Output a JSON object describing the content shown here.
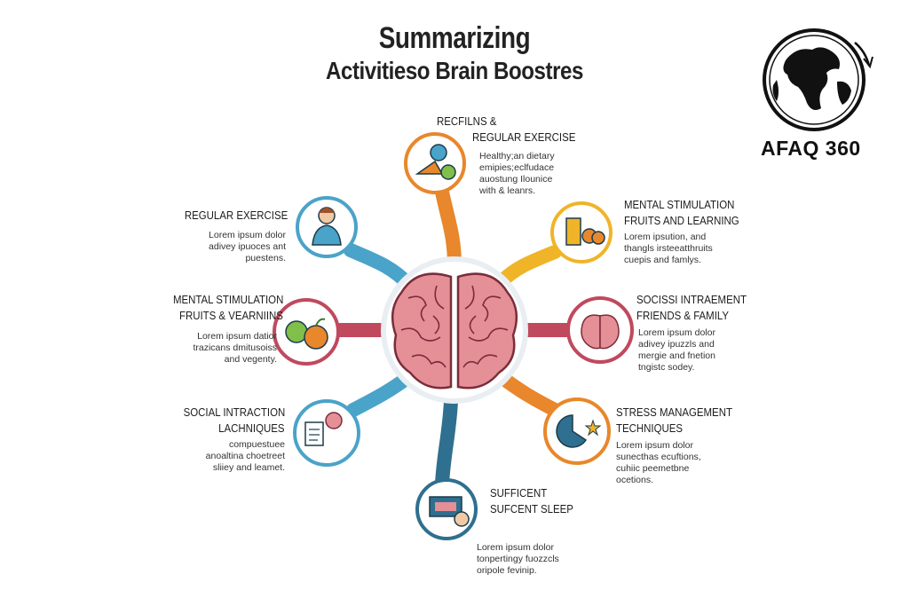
{
  "header": {
    "title": "Summarizing",
    "subtitle": "Activitieso Brain Boostres"
  },
  "logo": {
    "text": "AFAQ 360"
  },
  "nodes": [
    {
      "id": "top",
      "title": [
        "RECFILNS &",
        "REGULAR EXERCISE"
      ],
      "desc": [
        "Healthy;an dietary",
        "emipies;eclfudace",
        "auostung Ilounice",
        "with & leanrs."
      ],
      "color": "#e8872b",
      "icon": "plate-icon"
    },
    {
      "id": "upper-left",
      "title": [
        "REGULAR EXERCISE"
      ],
      "desc": [
        "Lorem ipsum dolor",
        "adivey ipuoces ant",
        "puestens."
      ],
      "color": "#4aa3c8",
      "icon": "person-icon"
    },
    {
      "id": "upper-right",
      "title": [
        "MENTAL STIMULATION",
        "FRUITS AND LEARNING"
      ],
      "desc": [
        "Lorem ipsution, and",
        "thangls irsteeatthruits",
        "cuepis and famlys."
      ],
      "color": "#f0b429",
      "icon": "fruit-jar-icon"
    },
    {
      "id": "mid-left",
      "title": [
        "MENTAL STIMULATION",
        "FRUITS & VEARNIINS"
      ],
      "desc": [
        "Lorem ipsum datior",
        "trazicans dmitusoiss",
        "and vegenty."
      ],
      "color": "#c0495e",
      "icon": "apple-icon"
    },
    {
      "id": "mid-right",
      "title": [
        "SOCISSI INTRAEMENT",
        "FRIENDS & FAMILY"
      ],
      "desc": [
        "Lorem ipsum dolor",
        "adivey ipuzzls and",
        "mergie and fnetion",
        "tngistc sodey."
      ],
      "color": "#c0495e",
      "icon": "brain-icon"
    },
    {
      "id": "lower-left",
      "title": [
        "SOCIAL INTRACTION",
        "LACHNIQUES"
      ],
      "desc": [
        "compuestuee",
        "anoaltina choetreet",
        "sliiey and leamet."
      ],
      "color": "#4aa3c8",
      "icon": "document-icon"
    },
    {
      "id": "lower-right",
      "title": [
        "STRESS MANAGEMENT",
        "TECHNIQUES"
      ],
      "desc": [
        "Lorem ipsum dolor",
        "sunecthas ecuftions,",
        "cuhiic peemetbne",
        "ocetions."
      ],
      "color": "#e8872b",
      "icon": "pie-star-icon"
    },
    {
      "id": "bottom",
      "title": [
        "SUFFICENT",
        "SUFCENT SLEEP"
      ],
      "desc": [
        "Lorem ipsum dolor",
        "tonpertingy fuozzcls",
        "oripole fevinip."
      ],
      "color": "#2f6f8f",
      "icon": "bed-icon"
    }
  ],
  "center": {
    "icon": "brain-icon",
    "ring_color": "#e9eef2"
  }
}
